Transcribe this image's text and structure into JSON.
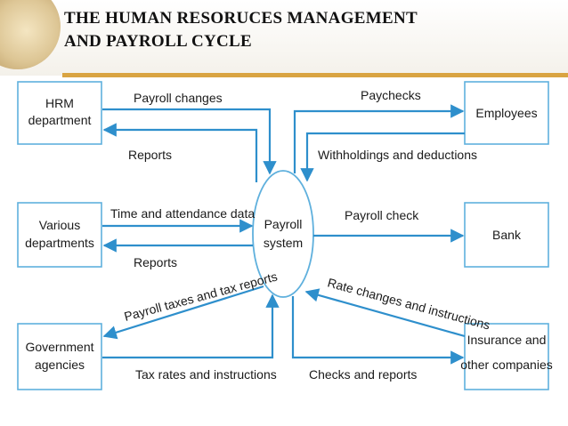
{
  "title": {
    "line1": "THE HUMAN RESORUCES MANAGEMENT",
    "line2": "AND PAYROLL CYCLE"
  },
  "diagram": {
    "center": {
      "line1": "Payroll",
      "line2": "system"
    },
    "entities": {
      "hrm": {
        "line1": "HRM",
        "line2": "department"
      },
      "various": {
        "line1": "Various",
        "line2": "departments"
      },
      "government": {
        "line1": "Government",
        "line2": "agencies"
      },
      "employees": {
        "line1": "Employees"
      },
      "bank": {
        "line1": "Bank"
      },
      "insurance": {
        "line1": "Insurance and",
        "line2": "other companies"
      }
    },
    "flows": {
      "payroll_changes": "Payroll changes",
      "reports_hrm": "Reports",
      "time_attendance": "Time and attendance data",
      "reports_various": "Reports",
      "payroll_taxes": "Payroll taxes and tax reports",
      "tax_rates": "Tax rates and instructions",
      "paychecks": "Paychecks",
      "withholdings": "Withholdings and deductions",
      "payroll_check": "Payroll check",
      "rate_changes": "Rate changes and instructions",
      "checks_reports": "Checks and reports"
    }
  }
}
